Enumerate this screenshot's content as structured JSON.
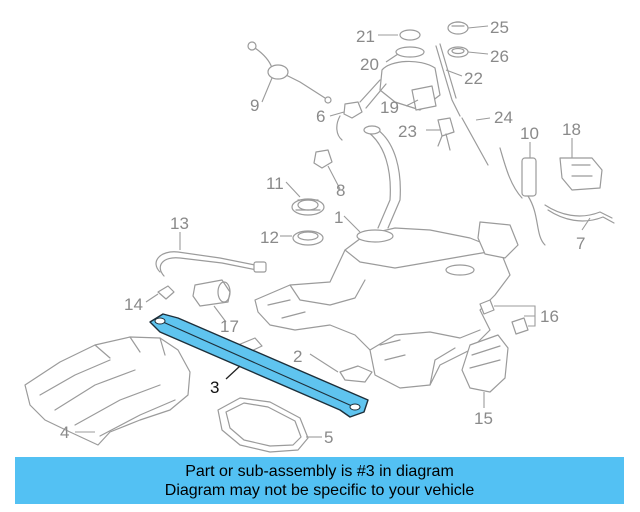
{
  "diagram": {
    "highlighted_part": "3",
    "highlight_color": "#5fc4ef",
    "callouts": [
      "1",
      "2",
      "3",
      "4",
      "5",
      "6",
      "7",
      "8",
      "9",
      "10",
      "11",
      "12",
      "13",
      "14",
      "15",
      "16",
      "17",
      "18",
      "19",
      "20",
      "21",
      "22",
      "23",
      "24",
      "25",
      "26"
    ]
  },
  "banner": {
    "line1": "Part or sub-assembly is #3 in diagram",
    "line2": "Diagram may not be specific to your vehicle",
    "color": "#53c1f3"
  }
}
